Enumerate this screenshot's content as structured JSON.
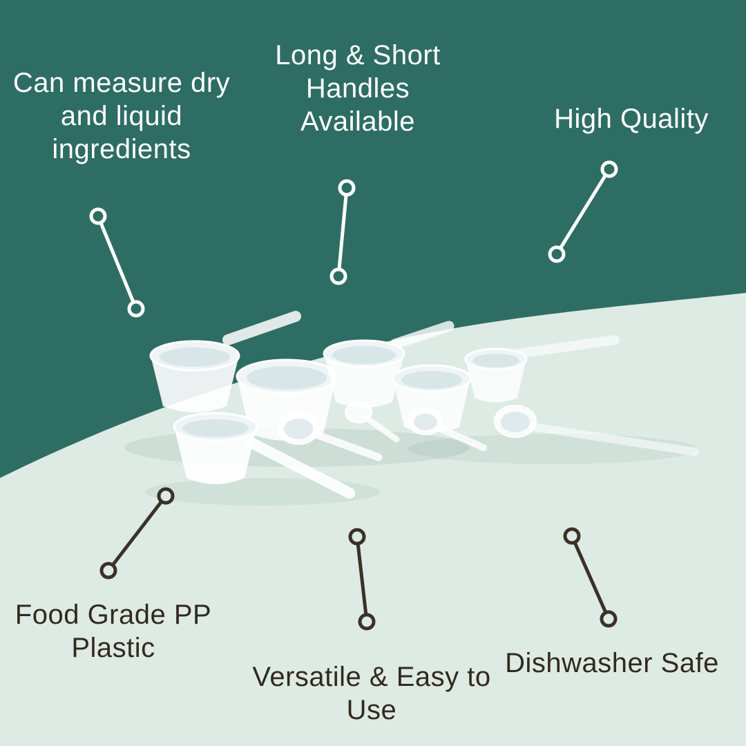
{
  "colors": {
    "background_top": "#2E6D63",
    "background_bottom": "#DDEBE4",
    "light_text": "#FFFFFF",
    "dark_text": "#33291F",
    "connector_light": "#FFFFFF",
    "connector_dark": "#3A3128",
    "product_plastic": "#FFFFFF"
  },
  "callouts": {
    "measure": {
      "lines": [
        "Can measure dry",
        "and liquid",
        "ingredients"
      ]
    },
    "handles": {
      "lines": [
        "Long & Short",
        "Handles",
        "Available"
      ]
    },
    "quality": {
      "lines": [
        "High Quality"
      ]
    },
    "material": {
      "lines": [
        "Food Grade PP",
        "Plastic"
      ]
    },
    "versatile": {
      "lines": [
        "Versatile & Easy to",
        "Use"
      ]
    },
    "dishwasher": {
      "lines": [
        "Dishwasher Safe"
      ]
    }
  },
  "icons": [
    "connector-line-icon",
    "connector-dot-icon",
    "measuring-scoops-image"
  ]
}
